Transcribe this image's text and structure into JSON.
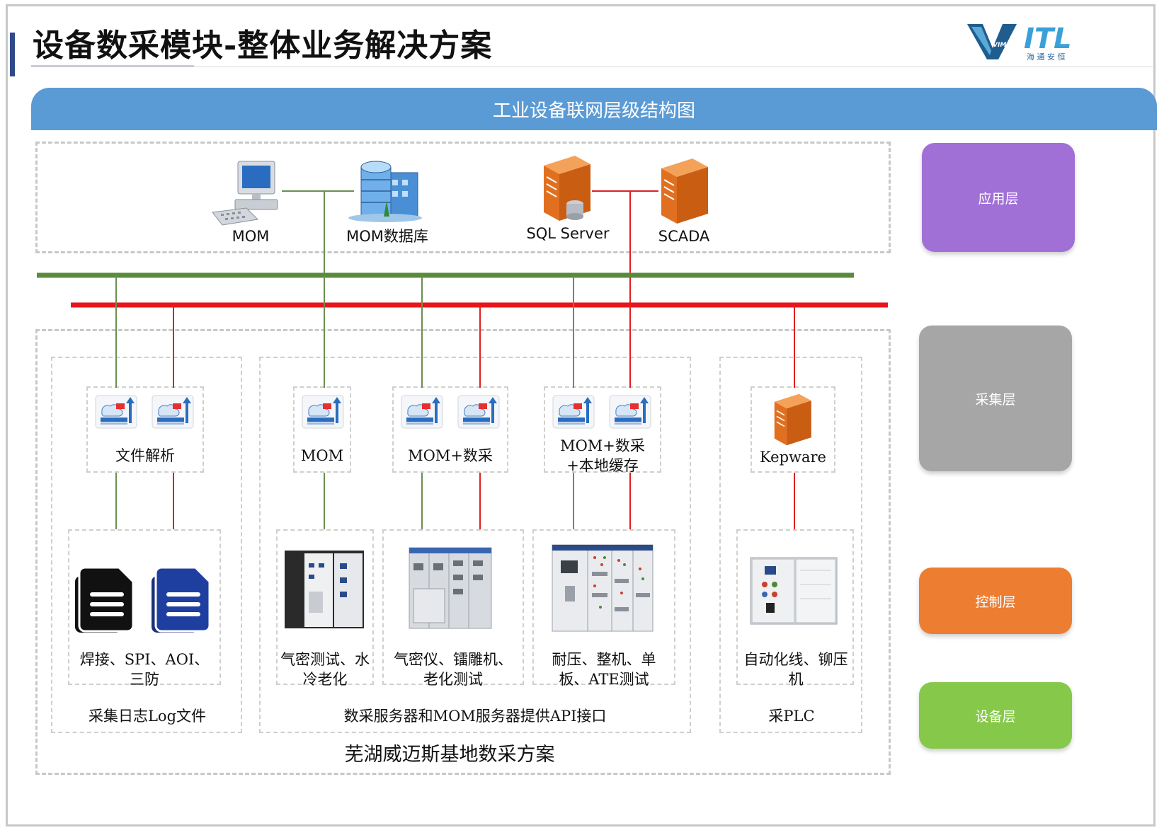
{
  "title": "设备数采模块-整体业务解决方案",
  "logo": {
    "mark": "VIMAX",
    "brand": "ITL",
    "tagline": "海 通 安 恒"
  },
  "banner": "工业设备联网层级结构图",
  "top_nodes": {
    "mom": "MOM",
    "mom_db": "MOM数据库",
    "sql_server": "SQL Server",
    "scada": "SCADA"
  },
  "layers": {
    "application": "应用层",
    "collection": "采集层",
    "control": "控制层",
    "device": "设备层"
  },
  "colors": {
    "application": "#a070d6",
    "collection": "#a6a6a6",
    "control": "#ed7d31",
    "device": "#86c84a",
    "green_bus": "#5a8a3c",
    "red_bus": "#e8161b",
    "banner": "#5b9bd5"
  },
  "collect_nodes": {
    "file_parse": "文件解析",
    "mom": "MOM",
    "mom_collect": "MOM+数采",
    "mom_collect_cache": "MOM+数采+本地缓存",
    "kepware": "Kepware"
  },
  "devices": {
    "welding": "焊接、SPI、AOI、三防",
    "airtight": "气密测试、水冷老化",
    "airtight2": "气密仪、镭雕机、老化测试",
    "pressure": "耐压、整机、单板、ATE测试",
    "automation": "自动化线、铆压机"
  },
  "groups": {
    "log": "采集日志Log文件",
    "api": "数采服务器和MOM服务器提供API接口",
    "plc": "采PLC"
  },
  "footer": "芜湖威迈斯基地数采方案",
  "icons": [
    "computer-icon",
    "building-database-icon",
    "server-icon",
    "api-upload-icon",
    "document-icon",
    "cabinet-icon"
  ]
}
